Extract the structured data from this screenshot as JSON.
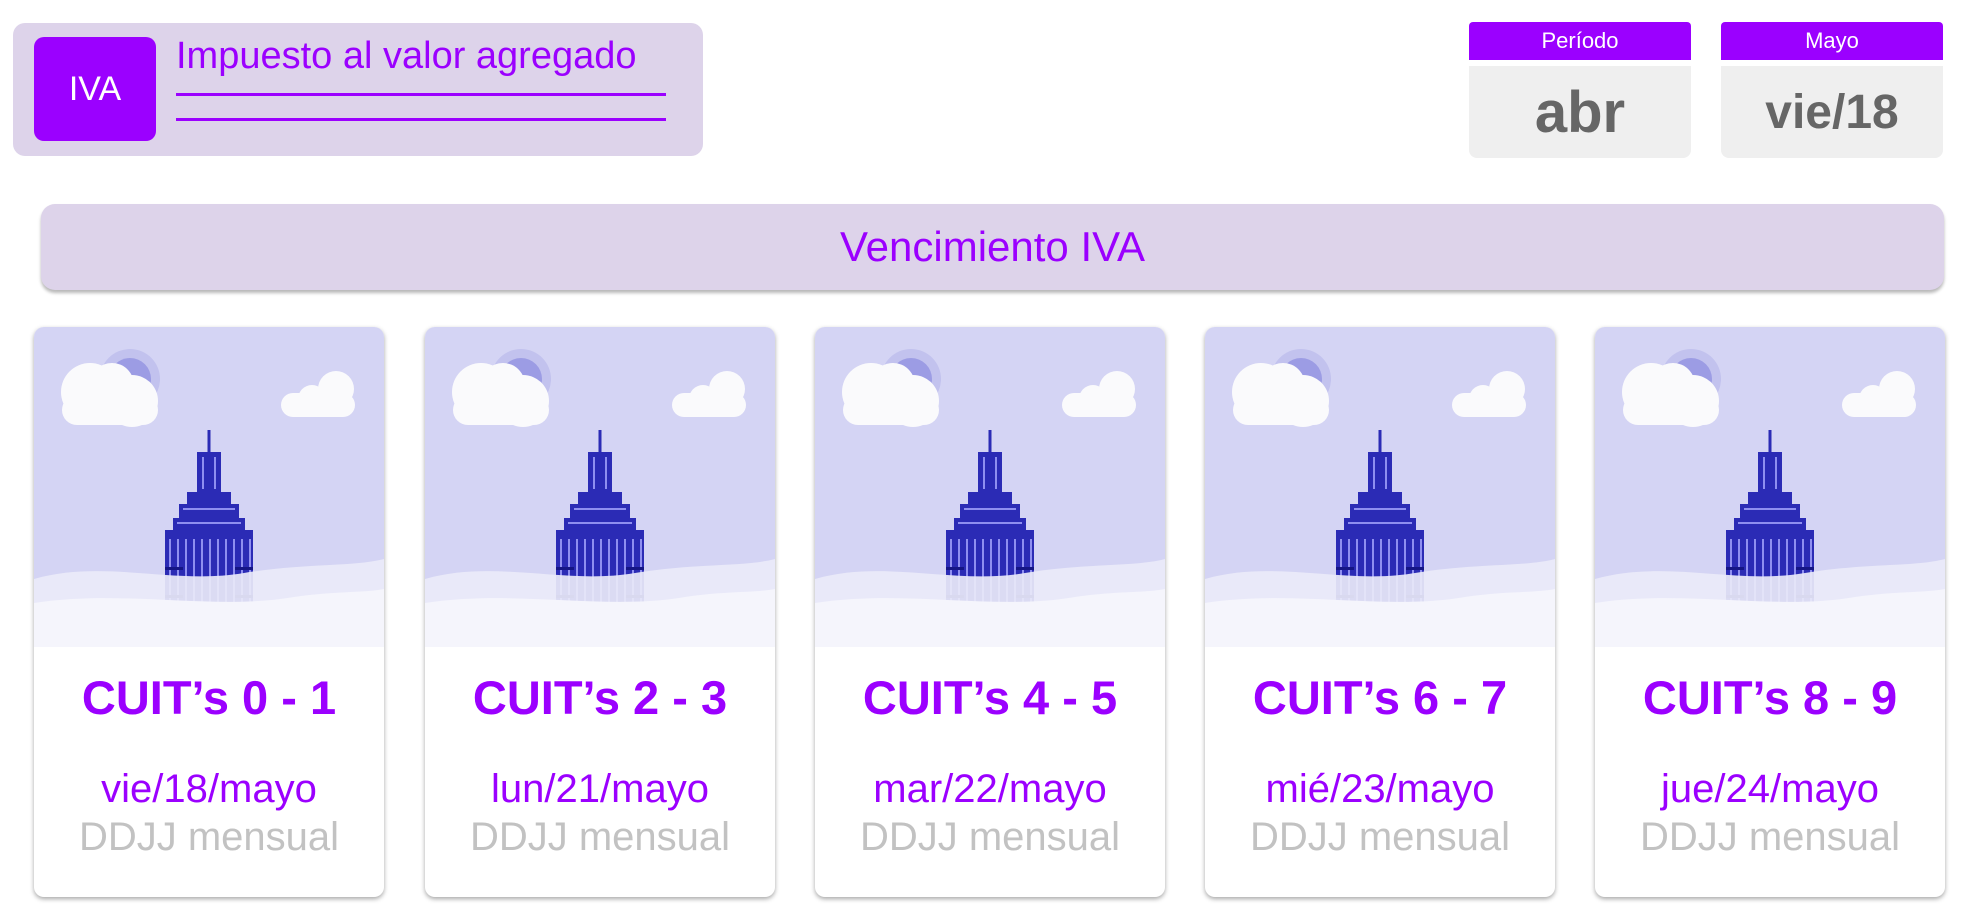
{
  "header": {
    "badge": "IVA",
    "title": "Impuesto al valor agregado"
  },
  "periodo": {
    "label": "Período",
    "value": "abr"
  },
  "mes": {
    "label": "Mayo",
    "value": "vie/18"
  },
  "banner": {
    "title": "Vencimiento IVA"
  },
  "cards": [
    {
      "cuit": "CUIT’s 0 - 1",
      "fecha": "vie/18/mayo",
      "tipo": "DDJJ mensual"
    },
    {
      "cuit": "CUIT’s 2 - 3",
      "fecha": "lun/21/mayo",
      "tipo": "DDJJ mensual"
    },
    {
      "cuit": "CUIT’s 4 - 5",
      "fecha": "mar/22/mayo",
      "tipo": "DDJJ mensual"
    },
    {
      "cuit": "CUIT’s 6 - 7",
      "fecha": "mié/23/mayo",
      "tipo": "DDJJ mensual"
    },
    {
      "cuit": "CUIT’s 8 - 9",
      "fecha": "jue/24/mayo",
      "tipo": "DDJJ mensual"
    }
  ],
  "illustration": {
    "icon": "skyscraper-icon",
    "sky_color": "#d4d4f4",
    "building_color": "#2b2bb5"
  },
  "colors": {
    "accent": "#9b00ff",
    "panel": "#ddd3ea",
    "muted": "#c2c2c2"
  }
}
